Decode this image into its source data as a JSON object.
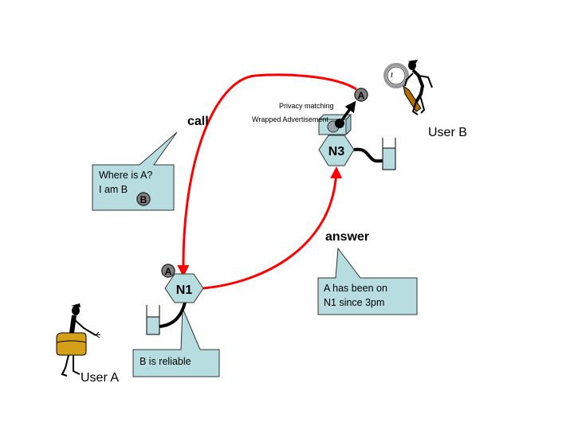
{
  "diagram": {
    "colors": {
      "fill": "#b7dde1",
      "stroke": "#333333",
      "arrow": "#ff0000",
      "badge": "#7f7f7f",
      "case": "#d4a017",
      "glass_handle": "#b26b00"
    },
    "labels": {
      "call": "call",
      "answer": "answer",
      "privacy_matching": "Privacy matching",
      "wrapped_advertisement": "Wrapped Advertisement"
    },
    "nodes": {
      "n1": {
        "label": "N1"
      },
      "n3": {
        "label": "N3"
      }
    },
    "badges": {
      "a_top": "A",
      "a_n1": "A",
      "b_callout": "B"
    },
    "users": {
      "user_a": "User A",
      "user_b": "User B"
    },
    "callouts": {
      "where_is_a": {
        "lines": [
          "Where is A?",
          "I am B"
        ]
      },
      "answer": {
        "lines": [
          "A has been on",
          "N1 since 3pm"
        ]
      },
      "reliable": {
        "lines": [
          "B is reliable"
        ]
      }
    }
  }
}
